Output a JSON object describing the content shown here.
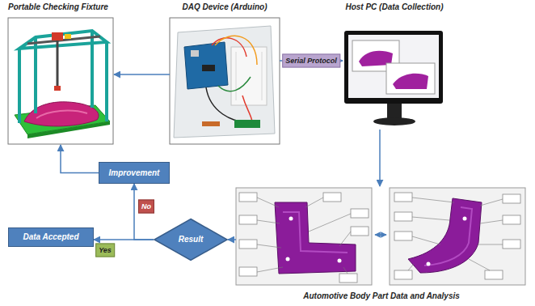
{
  "diagram": {
    "nodes": [
      {
        "text": [
          "Portable Checking Fixture"
        ]
      },
      {
        "text": [
          "DAQ Device (Arduino)"
        ]
      },
      {
        "text": [
          "Host PC (Data Collection)"
        ]
      },
      {
        "text": [
          "Improvement"
        ]
      },
      {
        "text": [
          "Data Accepted"
        ]
      },
      {
        "text": [
          "Result"
        ]
      },
      {
        "text": [
          "Automotive Body Part Data and Analysis"
        ]
      }
    ],
    "edges": [
      {
        "from": 1,
        "to": 0,
        "arrow": "to"
      },
      {
        "from": 1,
        "to": 2,
        "label": "Serial Protocol",
        "arrow": "to"
      },
      {
        "from": 2,
        "to": 6,
        "arrow": "to"
      },
      {
        "from": 6,
        "to": 5,
        "arrow": "to"
      },
      {
        "from": 5,
        "to": 4,
        "label": "Yes",
        "arrow": "to"
      },
      {
        "from": 5,
        "to": 3,
        "label": "No",
        "arrow": "to"
      },
      {
        "from": 3,
        "to": 0,
        "arrow": "to"
      }
    ]
  }
}
